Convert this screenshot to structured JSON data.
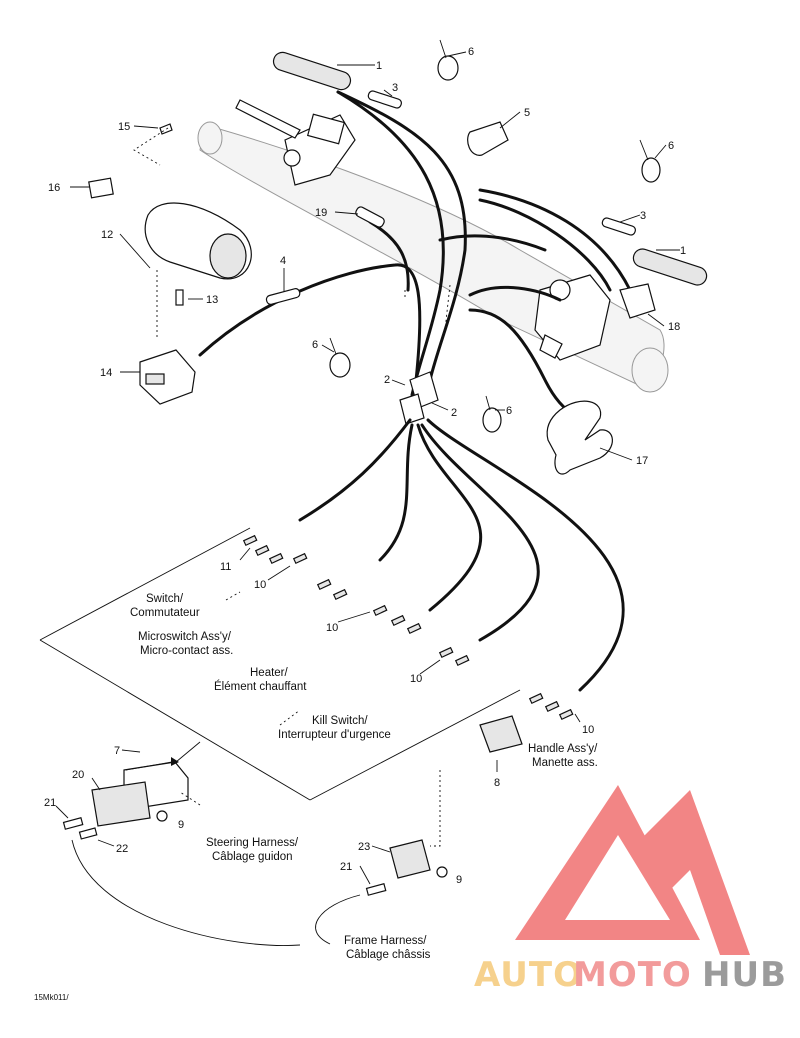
{
  "part_numbers": {
    "p1a": "1",
    "p1b": "1",
    "p2a": "2",
    "p2b": "2",
    "p3a": "3",
    "p3b": "3",
    "p4": "4",
    "p5": "5",
    "p6a": "6",
    "p6b": "6",
    "p6c": "6",
    "p6d": "6",
    "p7": "7",
    "p8": "8",
    "p9a": "9",
    "p9b": "9",
    "p10a": "10",
    "p10b": "10",
    "p10c": "10",
    "p10d": "10",
    "p11": "11",
    "p12": "12",
    "p13": "13",
    "p14": "14",
    "p15": "15",
    "p16": "16",
    "p17": "17",
    "p18": "18",
    "p19": "19",
    "p20": "20",
    "p21a": "21",
    "p21b": "21",
    "p22": "22",
    "p23": "23"
  },
  "captions": {
    "switch_en": "Switch/",
    "switch_fr": "Commutateur",
    "micro_en": "Microswitch Ass'y/",
    "micro_fr": "Micro-contact ass.",
    "heater_en": "Heater/",
    "heater_fr": "Élément chauffant",
    "kill_en": "Kill Switch/",
    "kill_fr": "Interrupteur d'urgence",
    "handle_en": "Handle Ass'y/",
    "handle_fr": "Manette ass.",
    "steering_en": "Steering Harness/",
    "steering_fr": "Câblage guidon",
    "frame_en": "Frame Harness/",
    "frame_fr": "Câblage châssis"
  },
  "figure_code": "15Mk011/",
  "watermark": {
    "part1": "AUTO",
    "part2": "MOTO",
    "part3": "HUB",
    "color1": "#f5c97a",
    "color2": "#f08a8a",
    "color3": "#8a8a8a",
    "logo_color": "#f07070"
  }
}
